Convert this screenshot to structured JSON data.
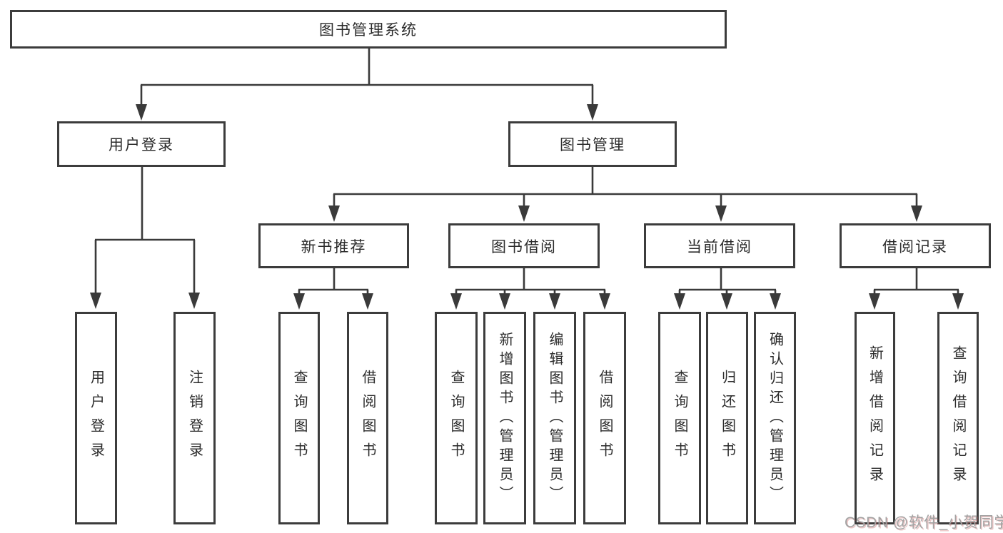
{
  "diagram": {
    "colors": {
      "line": "#3a3a3a",
      "box_border": "#3c3c3c",
      "text": "#2b2b2b",
      "background": "#ffffff",
      "watermark_text": "#a2a2a2"
    },
    "watermark": {
      "text": "CSDN @软件_小贺同学"
    },
    "root": {
      "label": "图书管理系统",
      "children": [
        {
          "label": "用户登录",
          "children": [
            {
              "label": "用户登录"
            },
            {
              "label": "注销登录"
            }
          ]
        },
        {
          "label": "图书管理",
          "children": [
            {
              "label": "新书推荐",
              "children": [
                {
                  "label": "查询图书"
                },
                {
                  "label": "借阅图书"
                }
              ]
            },
            {
              "label": "图书借阅",
              "children": [
                {
                  "label": "查询图书"
                },
                {
                  "label": "新增图书（管理员）"
                },
                {
                  "label": "编辑图书（管理员）"
                },
                {
                  "label": "借阅图书"
                }
              ]
            },
            {
              "label": "当前借阅",
              "children": [
                {
                  "label": "查询图书"
                },
                {
                  "label": "归还图书"
                },
                {
                  "label": "确认归还（管理员）"
                }
              ]
            },
            {
              "label": "借阅记录",
              "children": [
                {
                  "label": "新增借阅记录"
                },
                {
                  "label": "查询借阅记录"
                }
              ]
            }
          ]
        }
      ]
    }
  }
}
